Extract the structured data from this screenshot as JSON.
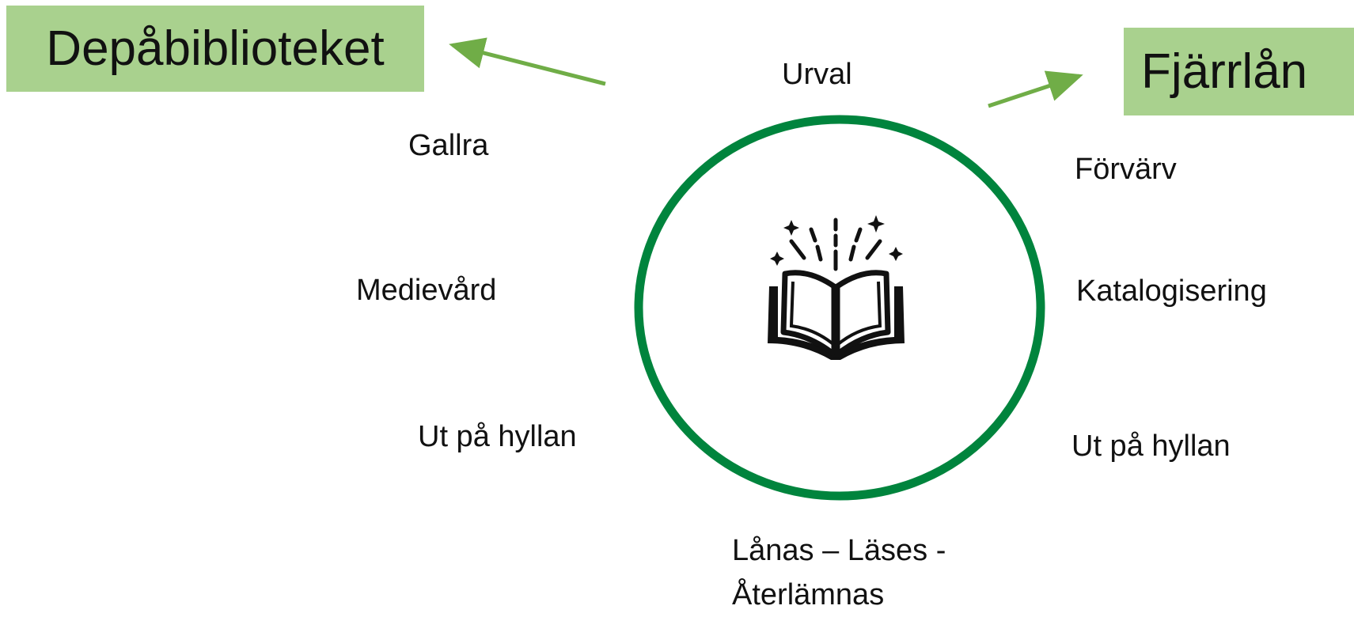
{
  "boxes": {
    "left": "Depåbiblioteket",
    "right": "Fjärrlån"
  },
  "cycle": {
    "top": "Urval",
    "left_1": "Gallra",
    "left_2": "Medievård",
    "left_3": "Ut på hyllan",
    "right_1": "Förvärv",
    "right_2": "Katalogisering",
    "right_3": "Ut på hyllan",
    "bottom_line1": "Lånas – Läses -",
    "bottom_line2": "Återlämnas"
  },
  "center_icon": "open-book-sparkles-icon",
  "colors": {
    "box_fill": "#a9d18e",
    "arrow": "#70ad47",
    "circle": "#00843d",
    "icon": "#111111"
  }
}
